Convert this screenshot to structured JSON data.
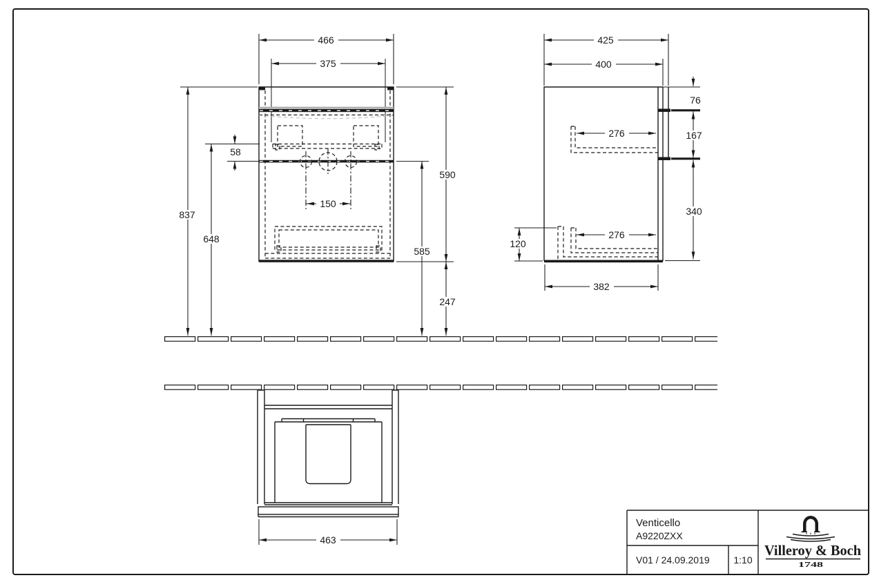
{
  "drawing": {
    "front_view": {
      "dim_width_outer": "466",
      "dim_width_inner": "375",
      "dim_basin_drop": "58",
      "dim_faucet_spacing": "150",
      "dim_cabinet_height": "590",
      "dim_faucet_height": "585",
      "dim_floor_clearance": "247",
      "dim_total_height": "837",
      "dim_rim_height": "648"
    },
    "side_view": {
      "dim_depth_total": "425",
      "dim_depth_body": "400",
      "dim_top_to_bracket": "76",
      "dim_bracket_spacing": "167",
      "dim_rail_depth_upper": "276",
      "dim_bracket_to_bottom": "340",
      "dim_lower_rail_height": "120",
      "dim_rail_depth_lower": "276",
      "dim_depth_bottom": "382"
    },
    "plan_view": {
      "dim_width_front": "463"
    }
  },
  "title_block": {
    "product_name": "Venticello",
    "article_number": "A9220ZXX",
    "revision_date": "V01 / 24.09.2019",
    "scale": "1:10",
    "brand_name": "Villeroy & Boch",
    "brand_founded": "1748"
  },
  "colors": {
    "line": "#1a1a1a",
    "shade": "#b0b0b0",
    "background": "#ffffff"
  }
}
